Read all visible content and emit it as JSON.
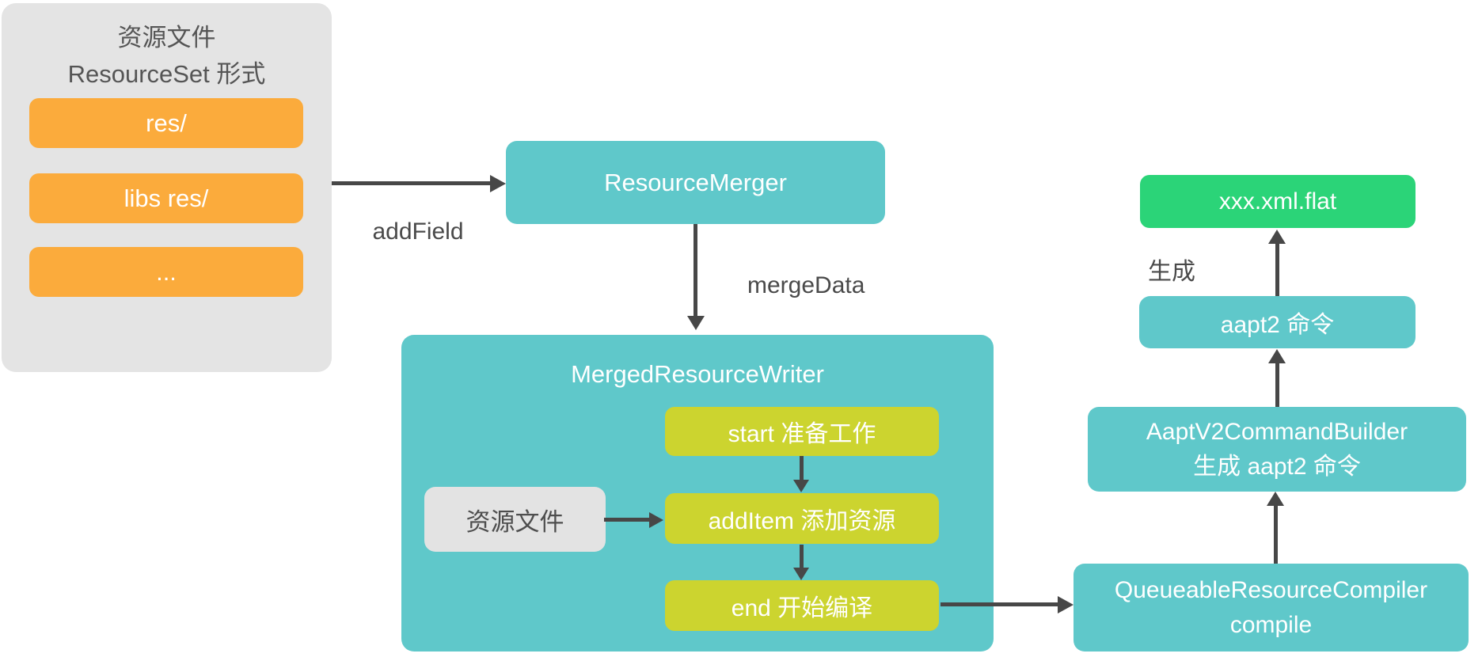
{
  "diagram": {
    "resource_set_panel": {
      "title_line1": "资源文件",
      "title_line2": "ResourceSet 形式",
      "items": [
        {
          "label": "res/"
        },
        {
          "label": "libs res/"
        },
        {
          "label": "..."
        }
      ]
    },
    "nodes": {
      "resource_merger": {
        "label": "ResourceMerger"
      },
      "merged_resource_writer": {
        "label": "MergedResourceWriter"
      },
      "start_step": {
        "label": "start 准备工作"
      },
      "add_item_step": {
        "label": "addItem 添加资源"
      },
      "end_step": {
        "label": "end 开始编译"
      },
      "resource_file": {
        "label": "资源文件"
      },
      "queueable_resource_compiler": {
        "line1": "QueueableResourceCompiler",
        "line2": "compile"
      },
      "aapt_v2_command_builder": {
        "line1": "AaptV2CommandBuilder",
        "line2": "生成 aapt2 命令"
      },
      "aapt2_command": {
        "label": "aapt2 命令"
      },
      "flat_output": {
        "label": "xxx.xml.flat"
      }
    },
    "edge_labels": {
      "add_field": "addField",
      "merge_data": "mergeData",
      "generate": "生成"
    },
    "colors": {
      "panel_gray": "#e4e4e4",
      "inner_gray": "#e3e3e3",
      "orange": "#fbab3c",
      "teal": "#5fc8ca",
      "yellow_green": "#ccd42f",
      "green": "#2bd478",
      "arrow_gray": "#474747",
      "dark_text": "#4a4a4a"
    }
  }
}
